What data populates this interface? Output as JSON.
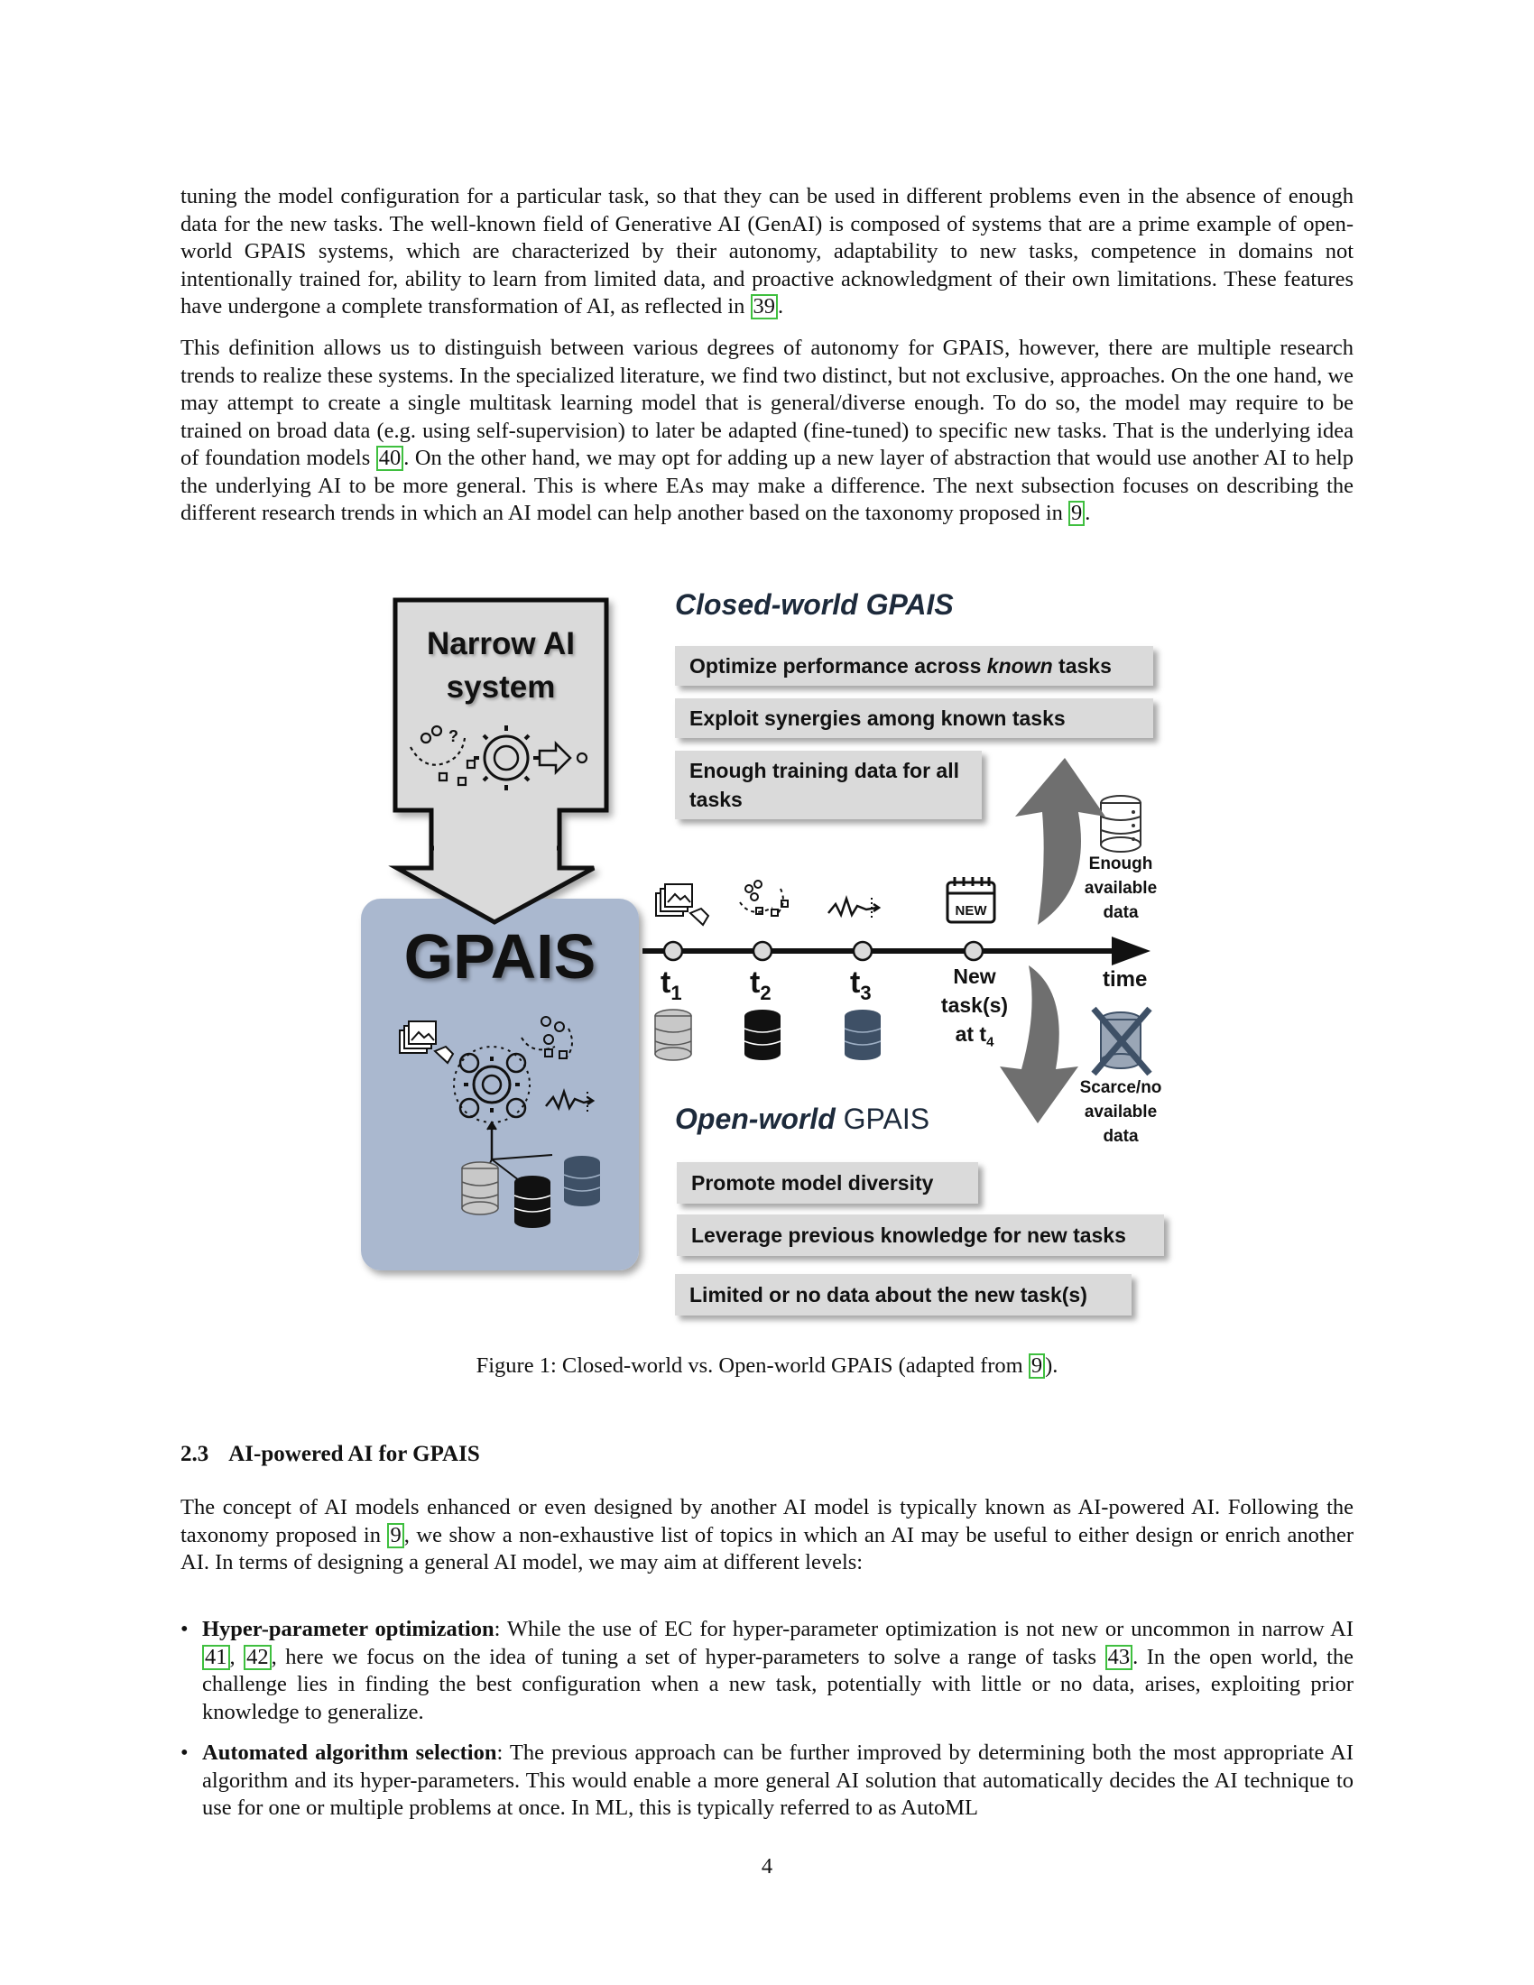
{
  "para1": {
    "a": "tuning the model configuration for a particular task, so that they can be used in different problems even in the absence of enough data for the new tasks. The well-known field of Generative AI (GenAI) is composed of systems that are a prime example of open-world GPAIS systems, which are characterized by their autonomy, adaptability to new tasks, competence in domains not intentionally trained for, ability to learn from limited data, and proactive acknowledgment of their own limitations. These features have undergone a complete transformation of AI, as reflected in ",
    "cite": "39",
    "b": "."
  },
  "para2": {
    "a": "This definition allows us to distinguish between various degrees of autonomy for GPAIS, however, there are multiple research trends to realize these systems. In the specialized literature, we find two distinct, but not exclusive, approaches. On the one hand, we may attempt to create a single multitask learning model that is general/diverse enough. To do so, the model may require to be trained on broad data (e.g. using self-supervision) to later be adapted (fine-tuned) to specific new tasks. That is the underlying idea of foundation models ",
    "cite1": "40",
    "b": ". On the other hand, we may opt for adding up a new layer of abstraction that would use another AI to help the underlying AI to be more general. This is where EAs may make a difference. The next subsection focuses on describing the different research trends in which an AI model can help another based on the taxonomy proposed in ",
    "cite2": "9",
    "c": "."
  },
  "figure": {
    "narrow_title_1": "Narrow AI",
    "narrow_title_2": "system",
    "gpais_label": "GPAIS",
    "closed_title": "Closed-world GPAIS",
    "closed_items": {
      "i1_pre": "Optimize performance across ",
      "i1_em": "known",
      "i1_post": " tasks",
      "i2": "Exploit synergies among known tasks",
      "i3": "Enough training data for all tasks"
    },
    "open_title_em": "Open-world",
    "open_title_rest": " GPAIS",
    "open_items": {
      "i1": "Promote model diversity",
      "i2": "Leverage previous knowledge for new tasks",
      "i3": "Limited or no data about the new task(s)"
    },
    "timeline": {
      "t1": "t",
      "t1_sub": "1",
      "t2": "t",
      "t2_sub": "2",
      "t3": "t",
      "t3_sub": "3",
      "new_1": "New",
      "new_2": "task(s)",
      "new_3": "at t",
      "new_sub": "4",
      "time": "time",
      "new_badge": "NEW"
    },
    "enough_data": [
      "Enough",
      "available",
      "data"
    ],
    "scarce_data": [
      "Scarce/no",
      "available",
      "data"
    ],
    "colors": {
      "gpais_panel": "#aab8cf",
      "pill": "#dadada",
      "arrow": "#6f6f6f",
      "db_gray": "#c8c8c8",
      "db_black": "#111111",
      "db_slate": "#3e5066",
      "title_navy": "#1d2a3b"
    }
  },
  "caption": {
    "a": "Figure 1: Closed-world vs. Open-world GPAIS (adapted from ",
    "cite": "9",
    "b": ")."
  },
  "section": {
    "number": "2.3",
    "title": "AI-powered AI for GPAIS"
  },
  "para3": {
    "a": "The concept of AI models enhanced or even designed by another AI model is typically known as AI-powered AI. Following the taxonomy proposed in ",
    "cite": "9",
    "b": ", we show a non-exhaustive list of topics in which an AI may be useful to either design or enrich another AI. In terms of designing a general AI model, we may aim at different levels:"
  },
  "bullets": [
    {
      "term": "Hyper-parameter optimization",
      "a": ": While the use of EC for hyper-parameter optimization is not new or uncommon in narrow AI ",
      "cite1": "41",
      "sep": ", ",
      "cite2": "42",
      "b": ", here we focus on the idea of tuning a set of hyper-parameters to solve a range of tasks ",
      "cite3": "43",
      "c": ". In the open world, the challenge lies in finding the best configuration when a new task, potentially with little or no data, arises, exploiting prior knowledge to generalize."
    },
    {
      "term": "Automated algorithm selection",
      "a": ": The previous approach can be further improved by determining both the most appropriate AI algorithm and its hyper-parameters. This would enable a more general AI solution that automatically decides the AI technique to use for one or multiple problems at once. In ML, this is typically referred to as AutoML"
    }
  ],
  "bullet_symbol": "•",
  "page_number": "4"
}
